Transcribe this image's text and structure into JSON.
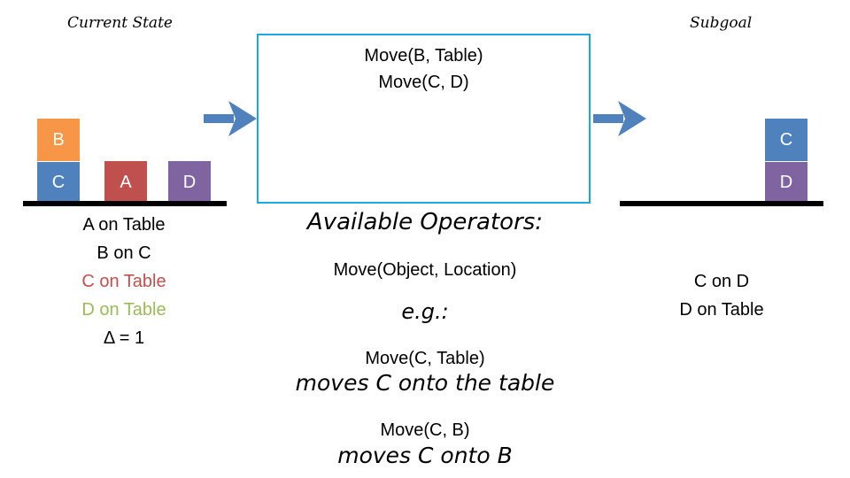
{
  "labels": {
    "current_state": "Current State",
    "subgoal": "Subgoal"
  },
  "colors": {
    "orange": "#F79646",
    "blue": "#4F81BD",
    "red": "#C0504D",
    "purple": "#8064A2",
    "green": "#9BBB59",
    "box_border": "#1FA7E0",
    "arrow": "#4F81BD"
  },
  "current_state": {
    "blocks": {
      "b": "B",
      "c": "C",
      "a": "A",
      "d": "D"
    },
    "facts": [
      {
        "text": "A on Table",
        "color": "#000000"
      },
      {
        "text": "B on C",
        "color": "#000000"
      },
      {
        "text": "C on Table",
        "color": "#C0504D"
      },
      {
        "text": "D on Table",
        "color": "#9BBB59"
      },
      {
        "text": "Δ = 1",
        "color": "#000000"
      }
    ]
  },
  "plan_box": {
    "lines": [
      "Move(B, Table)",
      "Move(C, D)"
    ]
  },
  "operators": {
    "heading": "Available Operators:",
    "signature": "Move(Object, Location)",
    "eg": "e.g.:",
    "example1_code": "Move(C, Table)",
    "example1_desc": "moves C onto the table",
    "example2_code": "Move(C, B)",
    "example2_desc": "moves C onto B"
  },
  "subgoal": {
    "blocks": {
      "c": "C",
      "d": "D"
    },
    "facts": [
      "C on D",
      "D on Table"
    ]
  }
}
